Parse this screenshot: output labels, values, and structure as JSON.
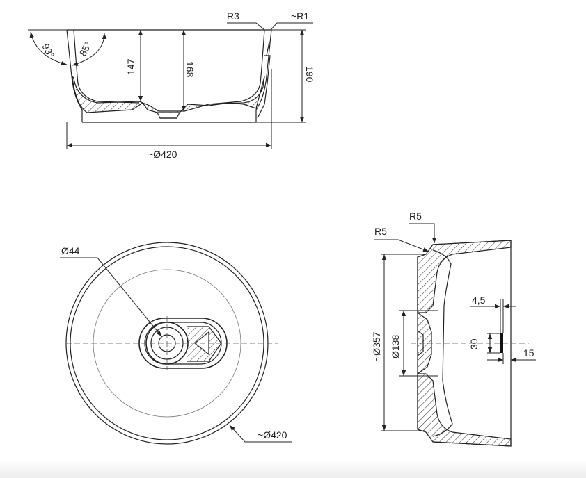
{
  "side_view": {
    "radius_top": "R3",
    "radius_rim": "~R1",
    "angle_outer": "93°",
    "angle_inner": "85°",
    "depth_inner": "147",
    "depth_center": "168",
    "height_total": "190",
    "diameter": "~Ø420"
  },
  "top_view": {
    "drain_diameter": "Ø44",
    "outer_diameter": "~Ø420"
  },
  "section_view": {
    "radius_upper": "R5",
    "radius_lower": "R5",
    "inner_diameter": "~Ø357",
    "center_diameter": "Ø138",
    "slot_width": "4,5",
    "slot_height": "30",
    "slot_offset": "15"
  },
  "colors": {
    "line": "#222222",
    "hatch": "#333333",
    "background": "#ffffff"
  }
}
